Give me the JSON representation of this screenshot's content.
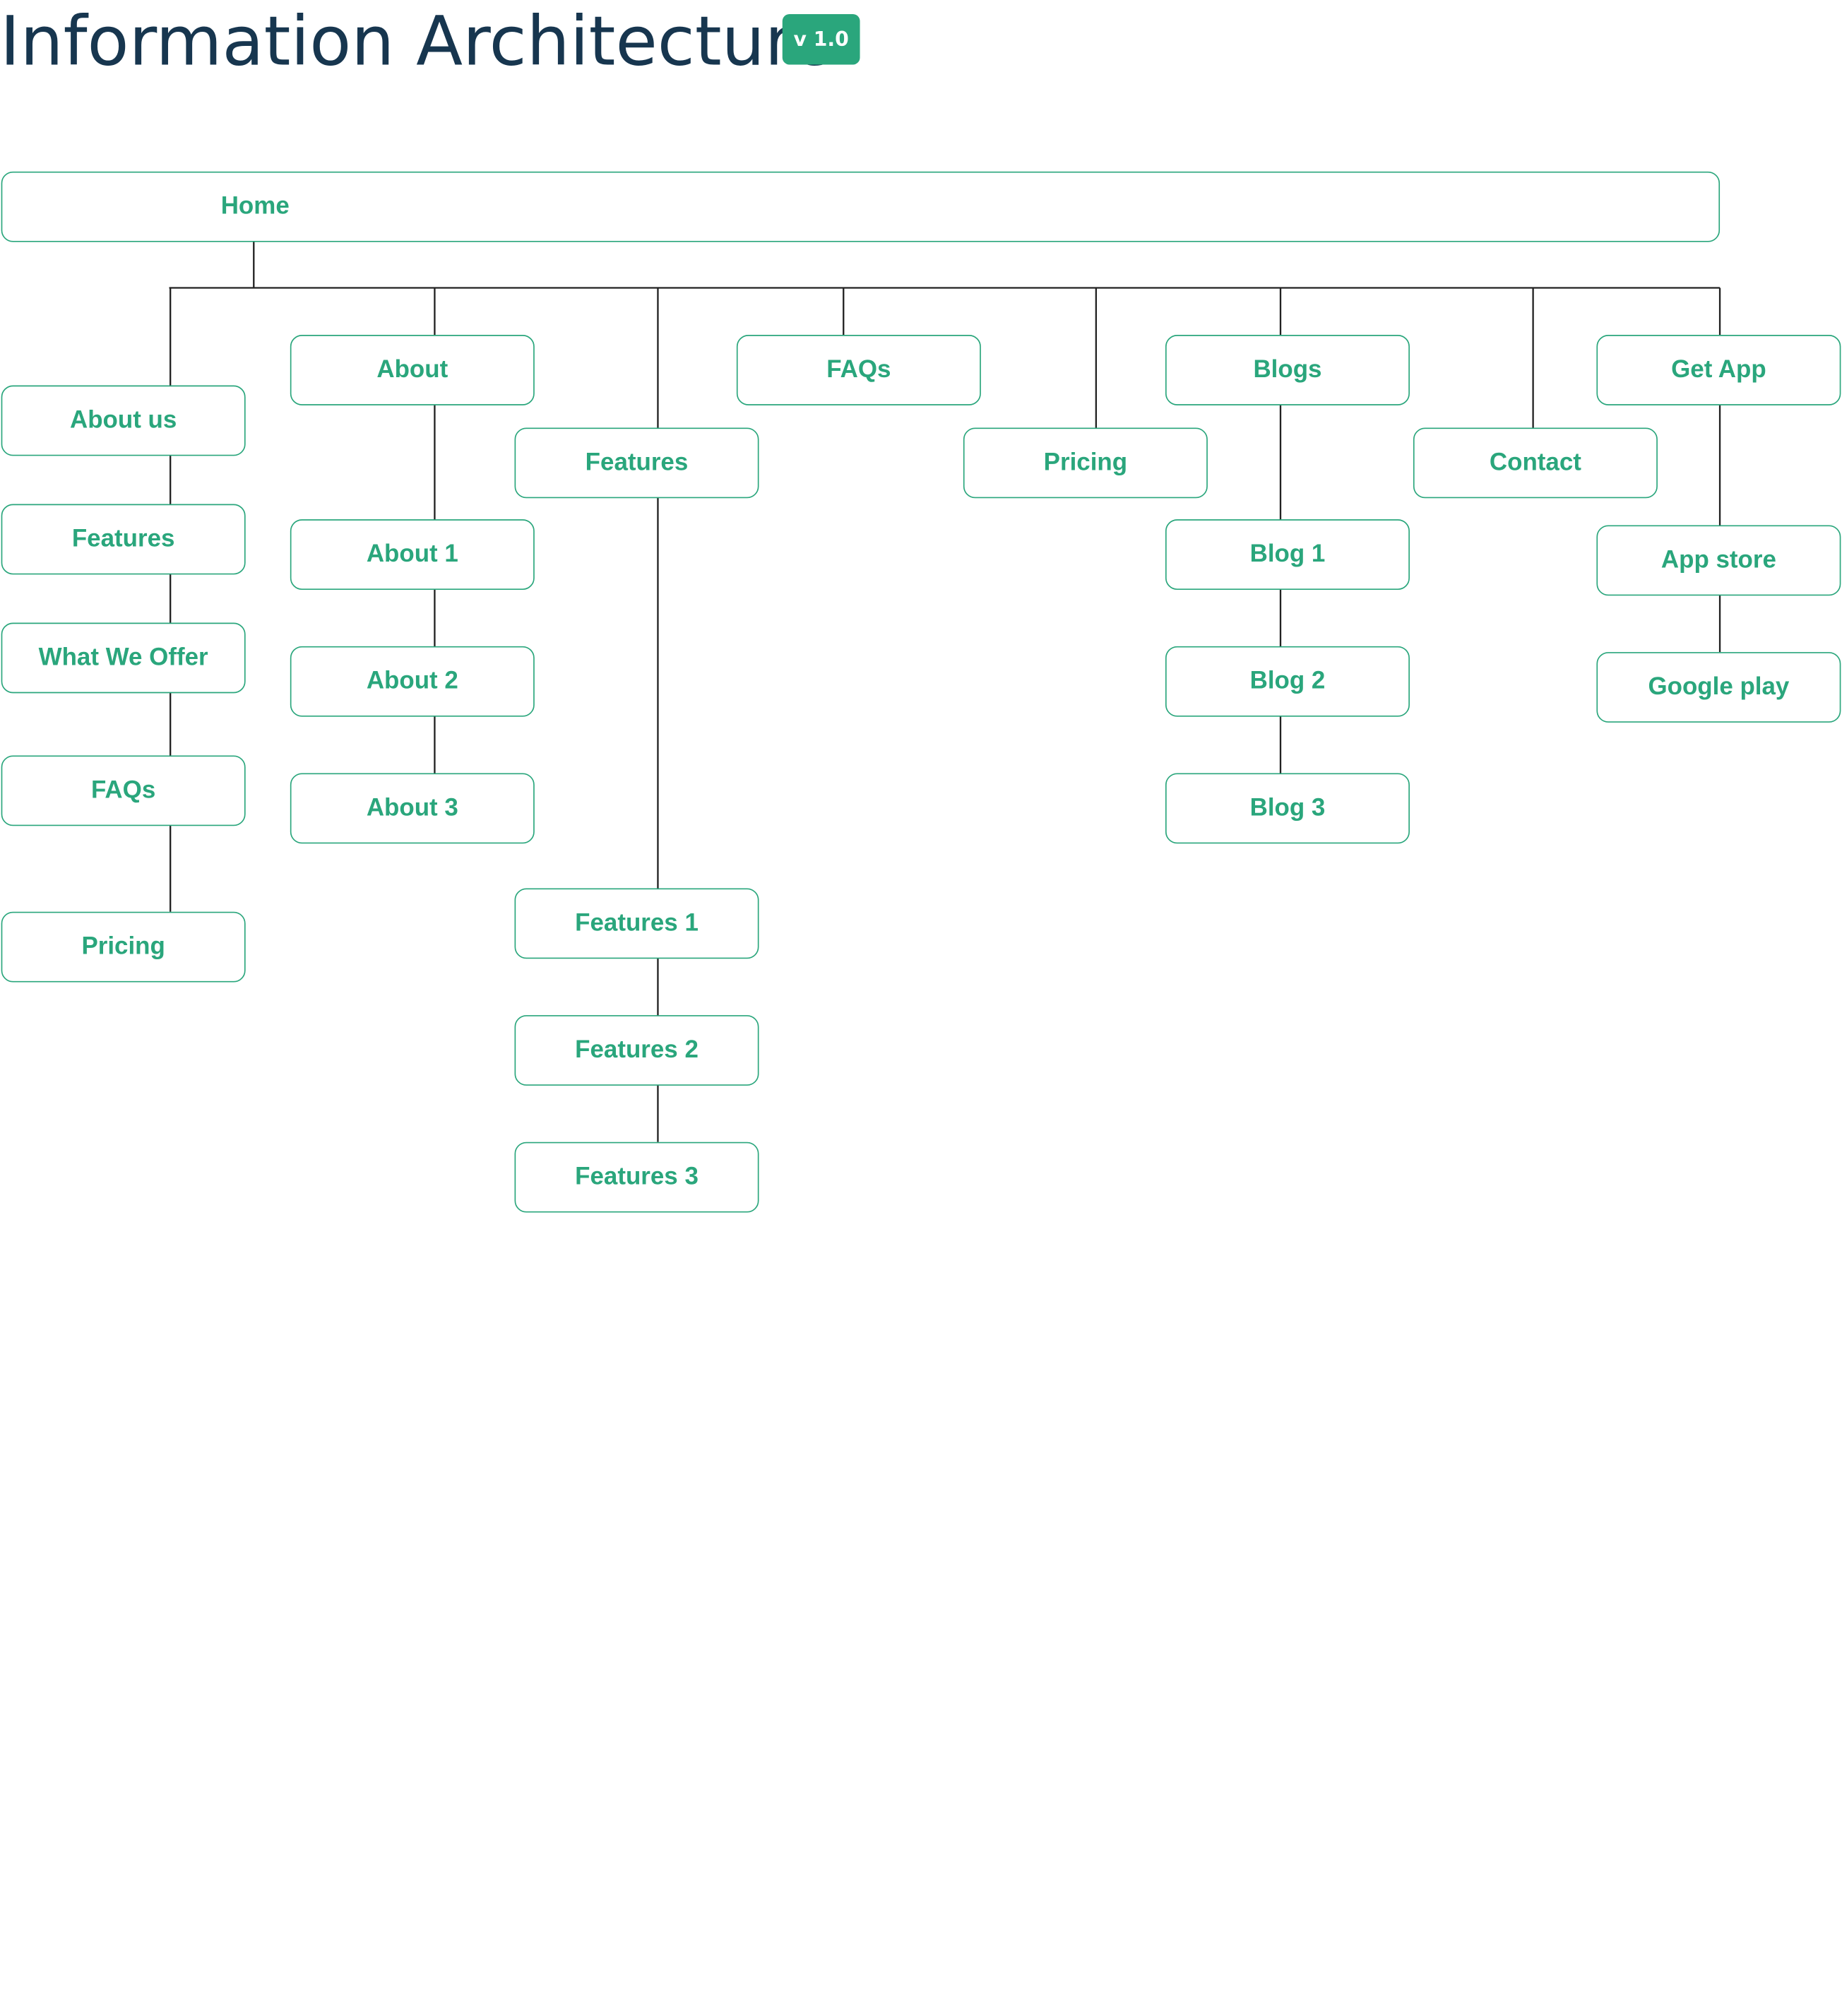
{
  "header": {
    "title": "Information Architecture",
    "version": "v 1.0"
  },
  "nodes": {
    "home": "Home",
    "about_us": "About us",
    "col1_features": "Features",
    "what_we_offer": "What We Offer",
    "col1_faqs": "FAQs",
    "col1_pricing": "Pricing",
    "about": "About",
    "about_1": "About 1",
    "about_2": "About 2",
    "about_3": "About 3",
    "features": "Features",
    "features_1": "Features 1",
    "features_2": "Features 2",
    "features_3": "Features 3",
    "faqs": "FAQs",
    "pricing": "Pricing",
    "blogs": "Blogs",
    "blog_1": "Blog 1",
    "blog_2": "Blog 2",
    "blog_3": "Blog 3",
    "contact": "Contact",
    "get_app": "Get App",
    "app_store": "App store",
    "google_play": "Google play"
  },
  "colors": {
    "accent": "#2aa67c",
    "title": "#17364f",
    "connector": "#222222"
  }
}
